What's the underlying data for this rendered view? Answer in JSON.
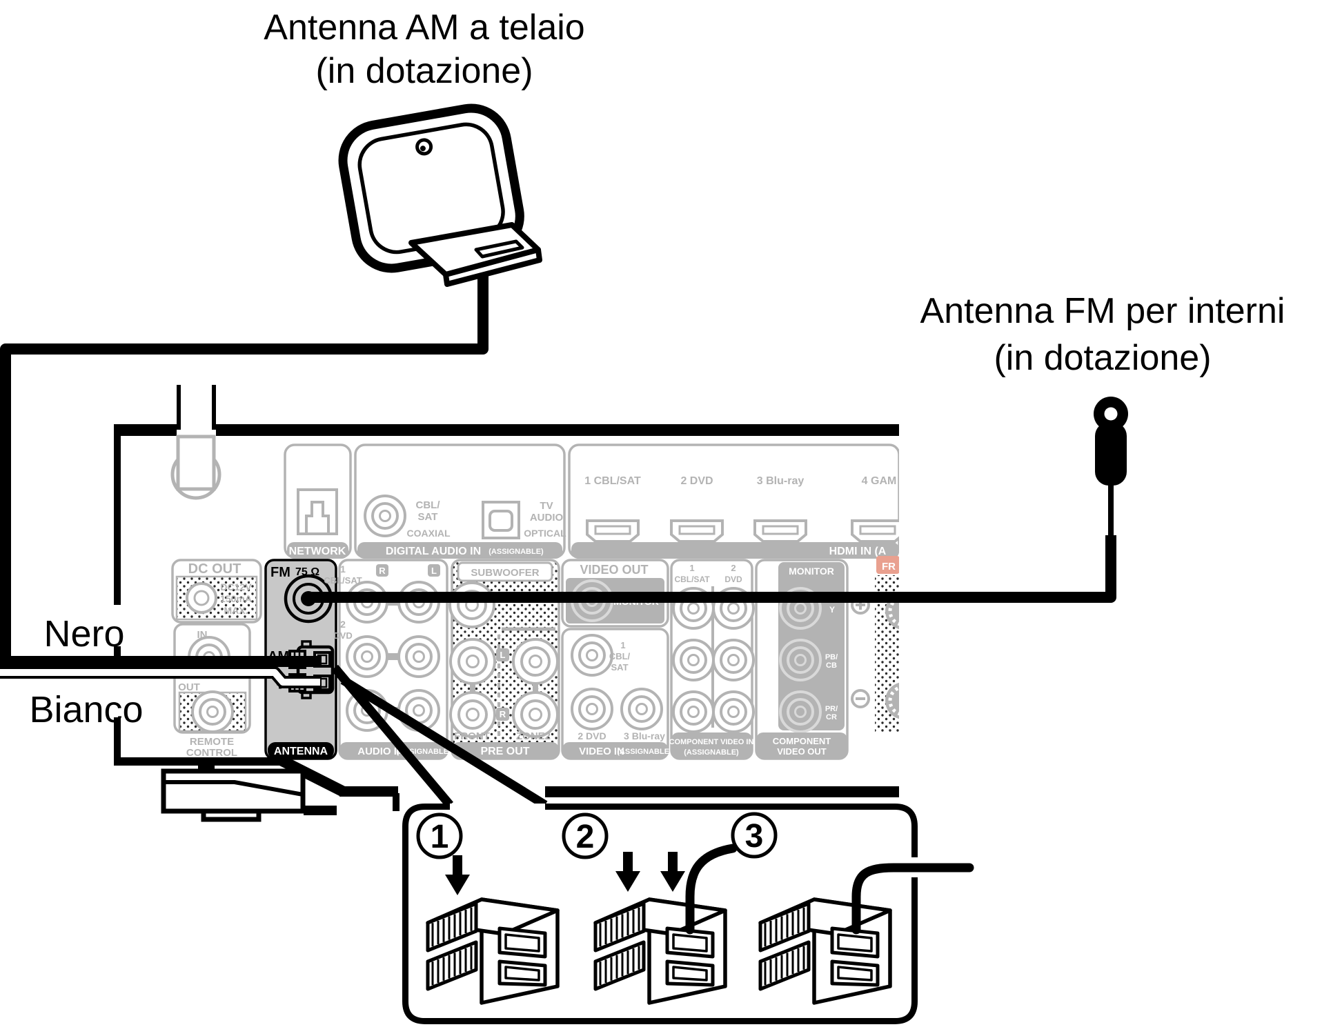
{
  "titles": {
    "am_line1": "Antenna AM a telaio",
    "am_line2": "(in dotazione)",
    "fm_line1": "Antenna FM per interni",
    "fm_line2": "(in dotazione)"
  },
  "wire_labels": {
    "black": "Nero",
    "white": "Bianco"
  },
  "panel": {
    "network": {
      "bar": "NETWORK"
    },
    "digital": {
      "bar": "DIGITAL AUDIO IN",
      "assignable": "(ASSIGNABLE)",
      "coax_line1": "CBL/",
      "coax_line2": "SAT",
      "coax_caption": "COAXIAL",
      "opt_line1": "TV",
      "opt_line2": "AUDIO",
      "opt_caption": "OPTICAL"
    },
    "hdmi": {
      "inputs": [
        "1 CBL/SAT",
        "2 DVD",
        "3 Blu-ray",
        "4 GAM"
      ],
      "bar": "HDMI IN (A"
    },
    "dc_out": {
      "label": "DC OUT",
      "line1": "DC12V",
      "line2": "150mA",
      "line3": "MAX."
    },
    "remote": {
      "in": "IN",
      "out": "OUT",
      "label_line1": "REMOTE",
      "label_line2": "CONTROL"
    },
    "antenna": {
      "fm": "FM",
      "ohm": "75 Ω",
      "am": "AM",
      "bar": "ANTENNA"
    },
    "audio_in": {
      "in1_num": "1",
      "in1_name": "CBL/SAT",
      "r": "R",
      "l": "L",
      "in2_num": "2",
      "in2_name": "DVD",
      "bar": "AUDIO IN",
      "assignable": "(ASSIGNABLE)"
    },
    "pre_out": {
      "subwoofer": "SUBWOOFER",
      "l": "L",
      "r": "R",
      "front": "FRONT",
      "zone2": "ZONE2",
      "bar": "PRE OUT"
    },
    "video": {
      "out_label": "VIDEO OUT",
      "monitor": "MONITOR",
      "in1_num": "1",
      "in1_a": "CBL/",
      "in1_b": "SAT",
      "in2": "2 DVD",
      "in3": "3 Blu-ray",
      "bar": "VIDEO IN",
      "assignable": "(ASSIGNABLE)"
    },
    "comp_in": {
      "in1_num": "1",
      "in1_name": "CBL/SAT",
      "in2_num": "2",
      "in2_name": "DVD",
      "bar_line1": "COMPONENT VIDEO IN",
      "bar_line2": "(ASSIGNABLE)"
    },
    "comp_out": {
      "monitor": "MONITOR",
      "y": "Y",
      "pb1": "PB/",
      "pb2": "CB",
      "pr1": "PR/",
      "pr2": "CR",
      "bar_line1": "COMPONENT",
      "bar_line2": "VIDEO OUT"
    },
    "speaker": {
      "tab": "FR",
      "plus_icon": "plus-terminal-icon",
      "minus_icon": "minus-terminal-icon"
    }
  },
  "steps": {
    "s1": "1",
    "s2": "2",
    "s3": "3"
  },
  "colors": {
    "panel_grey": "#b3b3b3",
    "highlight_grey": "#c8c8c8",
    "tab_red": "#e9a08f",
    "line_black": "#000000"
  }
}
